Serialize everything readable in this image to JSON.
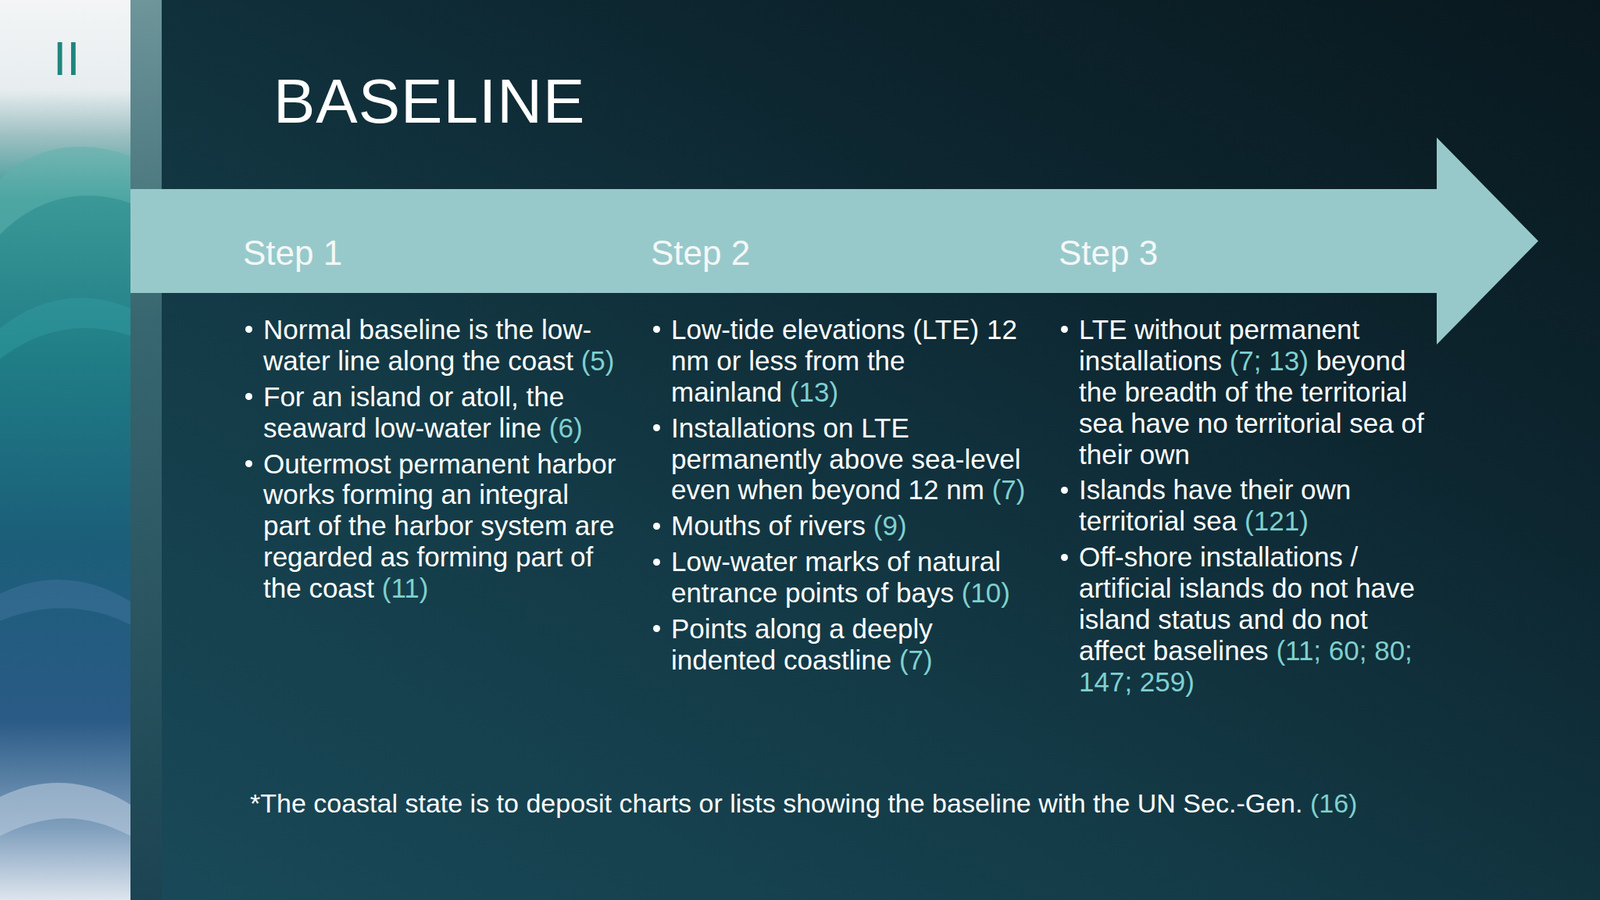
{
  "diagram": {
    "title": "BASELINE",
    "nodes": [
      {
        "text": [
          "Step 1",
          "Normal baseline is the low-water line along the coast",
          "(5)",
          "For an island or atoll, the seaward low-water line",
          "(6)",
          "Outermost permanent harbor works forming an integral part of the harbor system are regarded as forming part of the coast",
          "(11)"
        ]
      },
      {
        "text": [
          "Step 2",
          "Low-tide elevations (LTE) 12 nm or less from the mainland",
          "(13)",
          "Installations on LTE permanently above sea-level even when beyond 12 nm",
          "(7)",
          "Mouths of rivers",
          "(9)",
          "Low-water marks of natural entrance points of bays",
          "(10)",
          "Points along a deeply indented coastline",
          "(7)"
        ]
      },
      {
        "text": [
          "Step 3",
          "LTE without permanent installations",
          "(7; 13)",
          "beyond the breadth of the territorial sea have no territorial sea of their own",
          "Islands have their own territorial sea",
          "(121)",
          "Off-shore installations / artificial islands do not have island status and do not affect baselines",
          "(11; 60; 80; 147; 259)"
        ]
      }
    ],
    "labels": [
      "II",
      "*The coastal state is to deposit charts or lists showing the baseline with the UN Sec.-Gen.",
      "(16)"
    ]
  }
}
